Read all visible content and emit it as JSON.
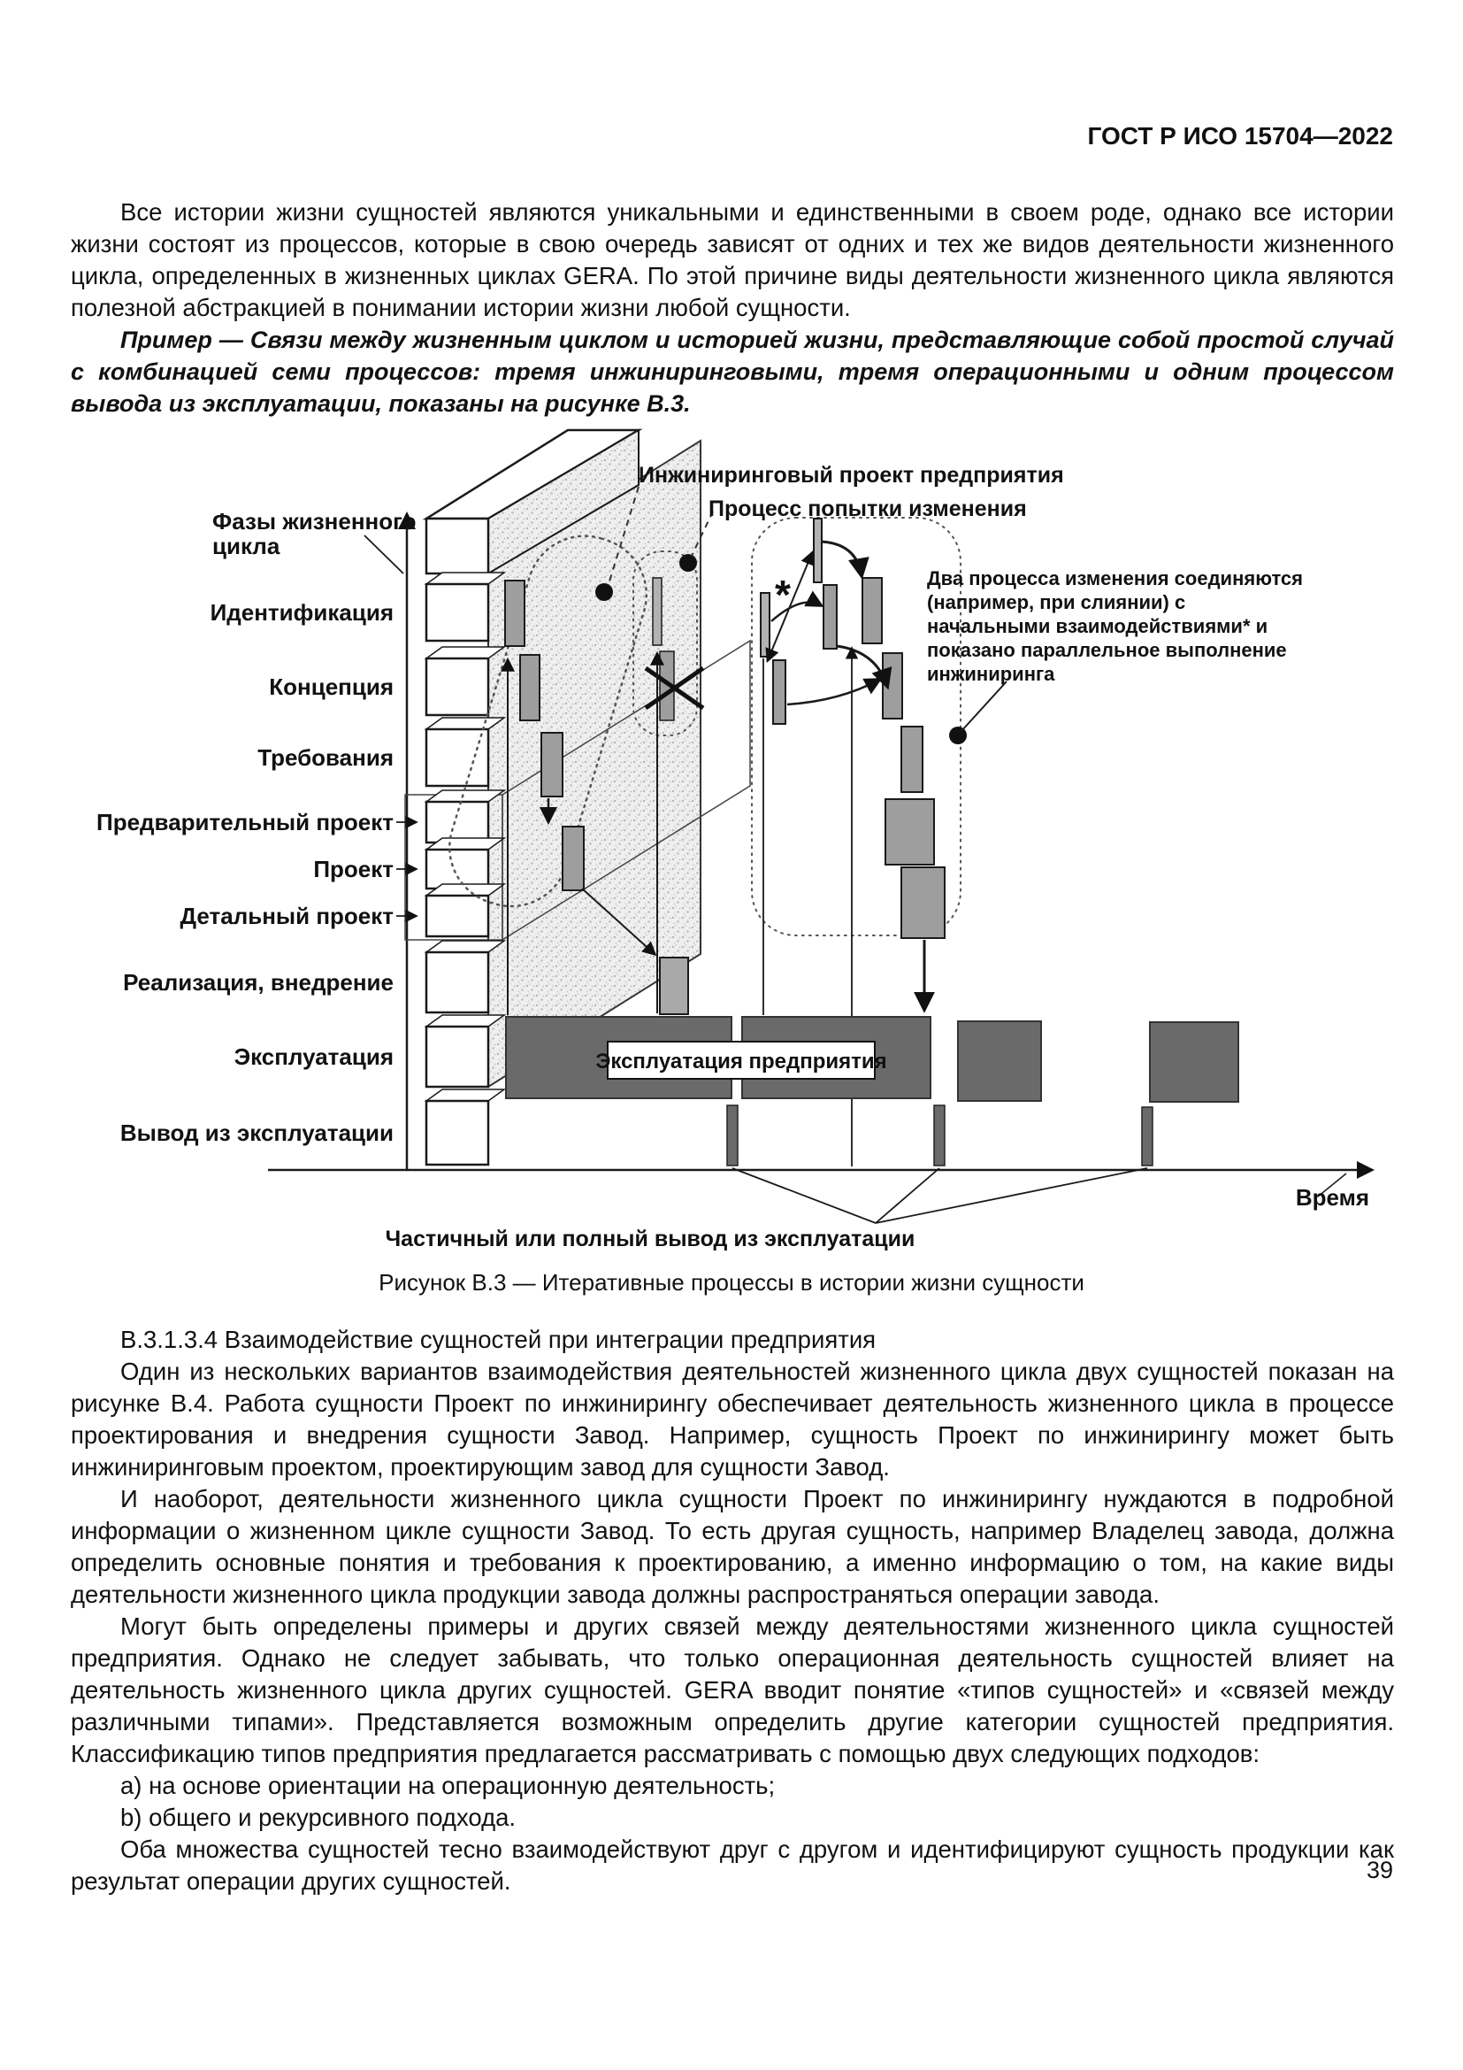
{
  "page": {
    "header": "ГОСТ Р ИСО 15704—2022",
    "number": "39"
  },
  "text": {
    "p1": "Все истории жизни сущностей являются уникальными и единственными в своем роде, однако все истории жизни состоят из процессов, которые в свою очередь зависят от одних и тех же видов деятельности жизненного цикла, определенных в жизненных циклах GERA. По этой причине виды деятельности жизненного цикла являются полезной абстракцией в понимании истории жизни любой сущности.",
    "example": "Пример — Связи между жизненным циклом и историей жизни, представляющие собой простой случай с комбинацией семи процессов: тремя инжиниринговыми, тремя операционными и одним процессом вывода из эксплуатации, показаны на рисунке В.3.",
    "caption": "Рисунок В.3 — Итеративные процессы в истории жизни сущности",
    "heading": "В.3.1.3.4  Взаимодействие сущностей при интеграции предприятия",
    "p2": "Один из нескольких вариантов взаимодействия деятельностей жизненного цикла двух сущностей показан на рисунке В.4. Работа сущности Проект по инжинирингу обеспечивает деятельность жизненного цикла в процессе проектирования и внедрения сущности Завод. Например, сущность Проект по инжинирингу может быть инжиниринговым проектом, проектирующим завод для сущности Завод.",
    "p3": "И наоборот, деятельности жизненного цикла сущности Проект по инжинирингу нуждаются в подробной информации о жизненном цикле сущности Завод. То есть другая сущность, например Владелец завода, должна определить основные понятия и требования к проектированию, а именно информацию о том, на какие виды деятельности жизненного цикла продукции завода должны распространяться операции завода.",
    "p4": "Могут быть определены примеры и других связей между деятельностями жизненного цикла сущностей предприятия. Однако не следует забывать, что только операционная деятельность сущностей влияет на деятельность жизненного цикла других сущностей. GERA вводит понятие «типов сущностей» и «связей между различными типами». Представляется возможным определить другие категории сущностей предприятия. Классификацию типов предприятия предлагается рассматривать с помощью двух следующих подходов:",
    "list_a": "a)  на основе ориентации на операционную деятельность;",
    "list_b": "b)  общего и рекурсивного подхода.",
    "p5": "Оба множества сущностей тесно взаимодействуют друг с другом и идентифицируют сущность продукции как результат операции других сущностей."
  },
  "figure": {
    "phases_title_line1": "Фазы жизненного",
    "phases_title_line2": "цикла",
    "phases": [
      "Идентификация",
      "Концепция",
      "Требования",
      "Предварительный проект",
      "Проект",
      "Детальный проект",
      "Реализация, внедрение",
      "Эксплуатация",
      "Вывод из эксплуатации"
    ],
    "top_label_1": "Инжиниринговый проект предприятия",
    "top_label_2": "Процесс попытки изменения",
    "annotation_lines": [
      "Два процесса изменения соединяются",
      "(например, при слиянии) с",
      "начальными взаимодействиями* и",
      "показано параллельное выполнение",
      "инжиниринга"
    ],
    "asterisk": "*",
    "operation_label": "Эксплуатация предприятия",
    "time_label": "Время",
    "bottom_label": "Частичный или полный вывод из эксплуатации",
    "colors": {
      "bar_dark": "#6a6a6a",
      "bar_mid": "#9e9e9e",
      "bar_light": "#b2b2b2",
      "outline": "#1a1a1a"
    }
  }
}
